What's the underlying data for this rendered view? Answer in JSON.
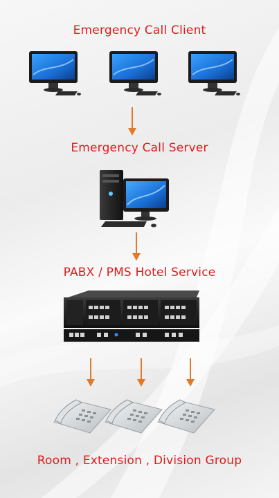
{
  "diagram": {
    "labels": {
      "client": "Emergency Call Client",
      "server": "Emergency Call Server",
      "pabx": "PABX / PMS Hotel Service",
      "endpoints": "Room , Extension , Division Group"
    },
    "icons": {
      "client_monitors": [
        "monitor-icon",
        "monitor-icon",
        "monitor-icon"
      ],
      "server": "server-computer-icon",
      "pabx": "pabx-unit-icon",
      "phones": [
        "telephone-icon",
        "telephone-icon",
        "telephone-icon"
      ],
      "arrows": "arrow-down-icon"
    },
    "colors": {
      "label_text": "#e01b1b",
      "arrow": "#e07a2a",
      "screen_blue": "#1a6fd6"
    }
  }
}
